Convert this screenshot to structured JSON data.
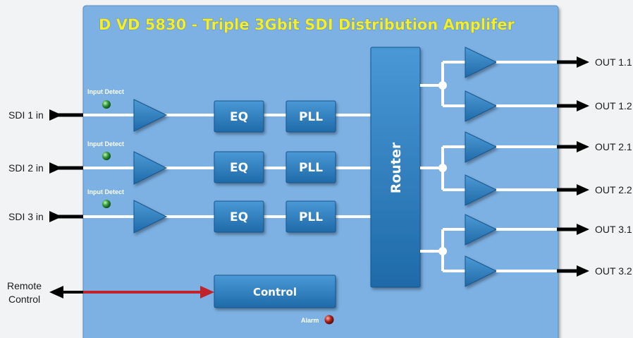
{
  "title": "D VD 5830 - Triple 3Gbit SDI Distribution Amplifer",
  "inputs": [
    {
      "label": "SDI 1 in",
      "detect_label": "Input Detect"
    },
    {
      "label": "SDI 2 in",
      "detect_label": "Input Detect"
    },
    {
      "label": "SDI 3 in",
      "detect_label": "Input Detect"
    }
  ],
  "blocks": {
    "eq": "EQ",
    "pll": "PLL",
    "router": "Router",
    "control": "Control"
  },
  "outputs": [
    "OUT 1.1",
    "OUT 1.2",
    "OUT 2.1",
    "OUT 2.2",
    "OUT 3.1",
    "OUT 3.2"
  ],
  "remote": {
    "line1": "Remote",
    "line2": "Control"
  },
  "alarm_label": "Alarm",
  "colors": {
    "panel": "#7db1e3",
    "block": "#2e7fc0",
    "title": "#f6ee2a",
    "remote_arrow": "#c0232b",
    "detect_led": "#2f9a3a",
    "alarm_led": "#b3221c"
  }
}
